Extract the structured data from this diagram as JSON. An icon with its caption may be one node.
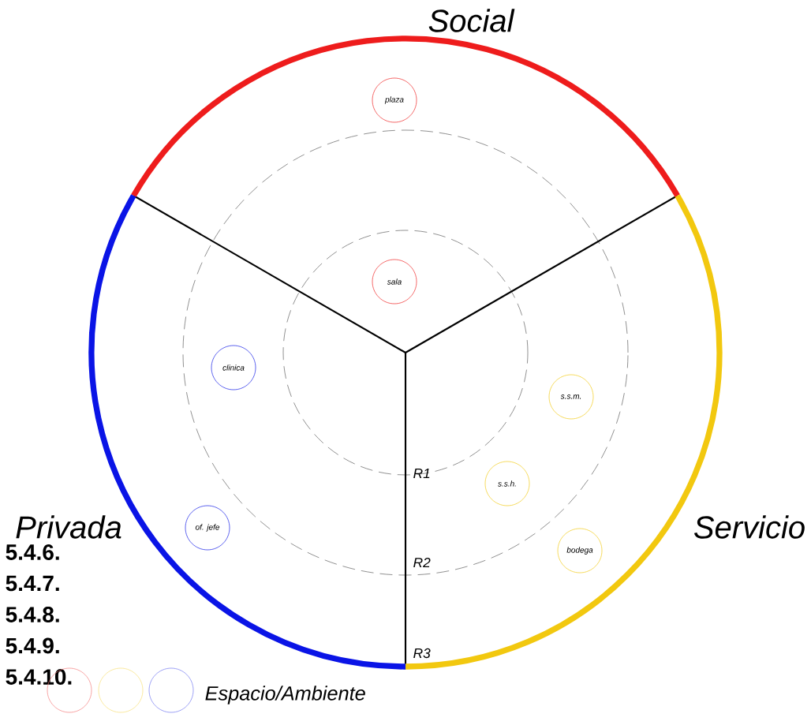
{
  "diagram": {
    "nodes": [
      {
        "text": [
          "plaza"
        ]
      },
      {
        "text": [
          "sala"
        ]
      },
      {
        "text": [
          "clinica"
        ]
      },
      {
        "text": [
          "s.s.m."
        ]
      },
      {
        "text": [
          "s.s.h."
        ]
      },
      {
        "text": [
          "of. jefe"
        ]
      },
      {
        "text": [
          "bodega"
        ]
      }
    ],
    "edges": [],
    "labels": [
      "Social",
      "Privada",
      "Servicio",
      "R1",
      "R2",
      "R3",
      "5.4.6.",
      "5.4.7.",
      "5.4.8.",
      "5.4.9.",
      "5.4.10."
    ],
    "legend": [
      {
        "text": "Espacio/Ambiente"
      }
    ]
  }
}
